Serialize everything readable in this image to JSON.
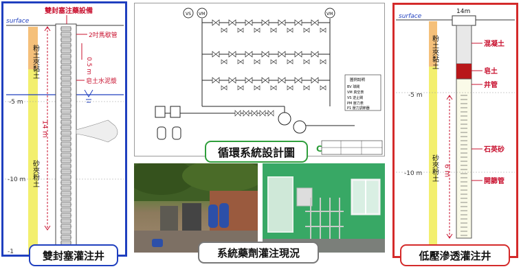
{
  "left_panel": {
    "title_top": "雙封塞注藥設備",
    "surface_label": "surface",
    "depth_labels": [
      "-5 m",
      "-10 m",
      "-1"
    ],
    "layer_1": "粉土夾黏土",
    "layer_2": "砂夾粉土",
    "depth_14m": "14 m",
    "callout_pipe": "2吋馬歇管",
    "callout_spacing": "0.5 m",
    "callout_cement": "皂土水泥漿",
    "caption": "雙封塞灌注井",
    "border_color": "#1f3fbf"
  },
  "middle_top": {
    "valve_tags": [
      "VS",
      "VM",
      "VM"
    ],
    "legend_title": "圖例說明",
    "legend_items": [
      "BV 球閥",
      "VM 真空表",
      "VS 逆止閥",
      "PM 壓力表",
      "P1 壓力調節器"
    ],
    "caption": "循環系統設計圖",
    "caption_border": "#2e9e3b"
  },
  "middle_bottom": {
    "caption": "系統藥劑灌注現況"
  },
  "right_panel": {
    "surface_label": "surface",
    "top_dim": "14m",
    "depth_labels": [
      "-5 m",
      "-10 m"
    ],
    "layer_1": "粉土夾黏土",
    "layer_2": "砂夾粉土",
    "callout_concrete": "混凝土",
    "callout_bentonite": "皂土",
    "callout_casing": "井管",
    "callout_sand": "石英砂",
    "callout_screen": "開篩管",
    "depth_6m": "6 m",
    "caption": "低壓滲透灌注井",
    "border_color": "#d42a2a"
  },
  "colors": {
    "layer_top": "#f5c07a",
    "layer_bottom": "#f3ef6e",
    "annotation_red": "#c8102e",
    "water_blue": "#1f3fbf"
  }
}
